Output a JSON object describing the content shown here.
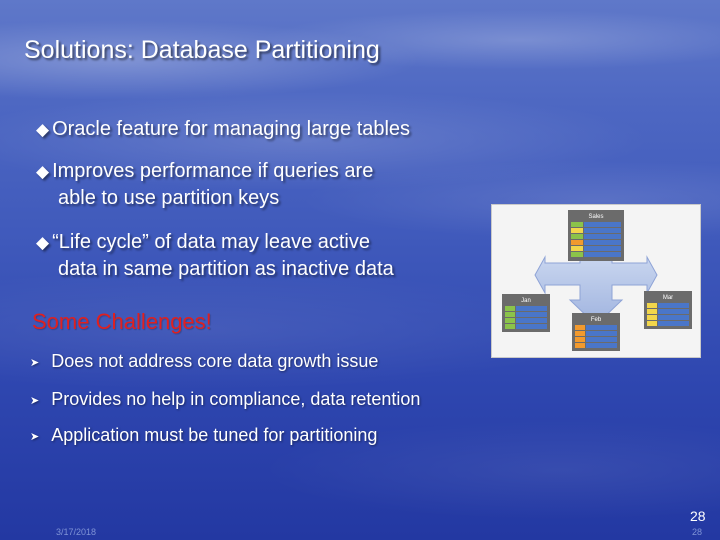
{
  "slide": {
    "title": "Solutions: Database Partitioning",
    "bullets": [
      {
        "line1": "Oracle feature for managing large tables",
        "line2": ""
      },
      {
        "line1": "Improves performance if queries are",
        "line2": "able to use partition keys"
      },
      {
        "line1": "“Life cycle” of data may leave active",
        "line2": "data in same partition as inactive data"
      }
    ],
    "challenges_heading": "Some Challenges!",
    "sub_bullets": [
      "Does not address core data growth issue",
      "Provides no help in compliance, data retention",
      "Application must be tuned for partitioning"
    ],
    "footer": {
      "date": "3/17/2018",
      "page_number": "28",
      "page_number_small": "28"
    }
  },
  "diagram": {
    "tables": {
      "main": "Sales",
      "left": "Jan",
      "center": "Feb",
      "right": "Mar"
    }
  },
  "colors": {
    "challenge": "#e02020",
    "text": "#ffffff"
  }
}
